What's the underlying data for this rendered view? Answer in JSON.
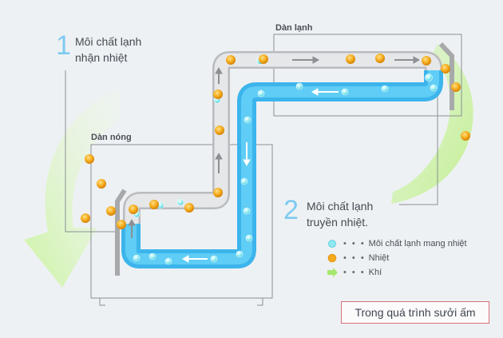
{
  "step1": {
    "number": "1",
    "line1": "Môi chất lạnh",
    "line2": "nhận nhiệt"
  },
  "step2": {
    "number": "2",
    "line1": "Môi chất lạnh",
    "line2": "truyền nhiệt."
  },
  "units": {
    "indoor": "Dàn lạnh",
    "outdoor": "Dàn nóng"
  },
  "legend": [
    {
      "icon": "cyan-dot-icon",
      "dots": "• • •",
      "label": "Môi chất lạnh mang nhiệt"
    },
    {
      "icon": "orange-dot-icon",
      "dots": "• • •",
      "label": "Nhiệt"
    },
    {
      "icon": "green-arrow-icon",
      "dots": "• • •",
      "label": "Khí"
    }
  ],
  "mode": "Trong quá trình sưởi ấm",
  "colors": {
    "background": "#eef1f4",
    "refrigerant_blue": "#48c0f0",
    "pipe_gray": "#d8d9db",
    "heat_orange": "#f4a81c",
    "air_green": "#cdf5a0",
    "mode_border": "#d9707a"
  }
}
